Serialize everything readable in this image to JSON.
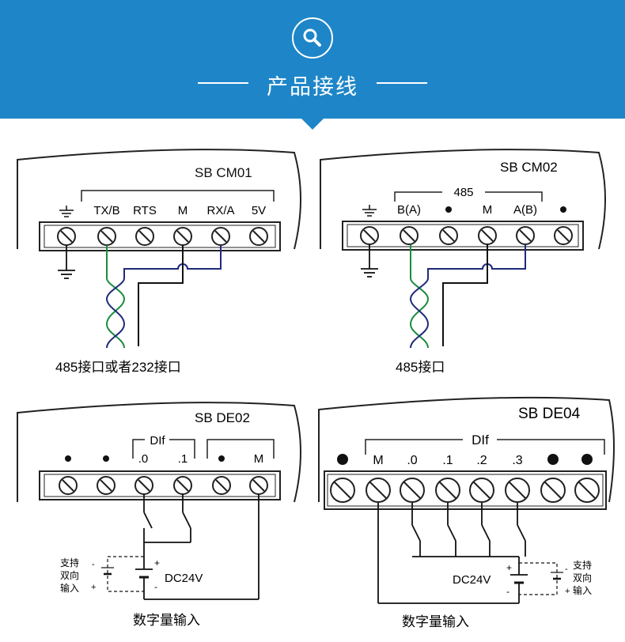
{
  "header": {
    "title": "产品接线",
    "icon": "search-icon",
    "bg_color": "#1e86c8"
  },
  "colors": {
    "green_wire": "#1a8c3c",
    "blue_wire": "#1f2a7a",
    "black": "#111111"
  },
  "panels": [
    {
      "id": "cm01",
      "model": "SB CM01",
      "terminals": [
        "ground-symbol",
        "TX/B",
        "RTS",
        "M",
        "RX/A",
        "5V"
      ],
      "caption": "485接口或者232接口"
    },
    {
      "id": "cm02",
      "model": "SB CM02",
      "group_label": "485",
      "terminals": [
        "ground-symbol",
        "B(A)",
        "●",
        "M",
        "A(B)",
        "●"
      ],
      "caption": "485接口"
    },
    {
      "id": "de02",
      "model": "SB DE02",
      "group_label": "DIf",
      "terminals": [
        "●",
        "●",
        ".0",
        ".1",
        "●",
        "M"
      ],
      "supply": "DC24V",
      "side_note": [
        "支持",
        "双向",
        "输入"
      ],
      "caption": "数字量输入"
    },
    {
      "id": "de04",
      "model": "SB DE04",
      "group_label": "DIf",
      "terminals": [
        "●",
        "M",
        ".0",
        ".1",
        ".2",
        ".3",
        "●",
        "●"
      ],
      "supply": "DC24V",
      "side_note": [
        "支持",
        "双向",
        "输入"
      ],
      "caption": "数字量输入"
    }
  ]
}
